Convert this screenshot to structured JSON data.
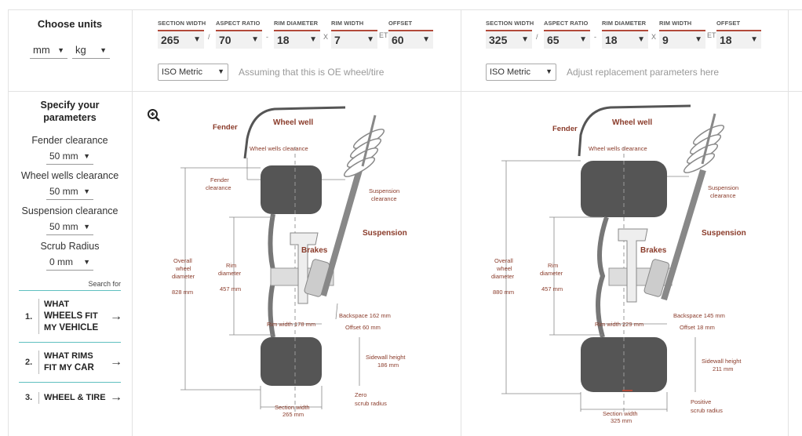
{
  "units": {
    "title": "Choose units",
    "length": "mm",
    "weight": "kg"
  },
  "params": {
    "title_line1": "Specify your",
    "title_line2": "parameters",
    "fender_label": "Fender clearance",
    "fender_value": "50 mm",
    "wells_label": "Wheel wells clearance",
    "wells_value": "50 mm",
    "suspension_label": "Suspension clearance",
    "suspension_value": "50 mm",
    "scrub_label": "Scrub Radius",
    "scrub_value": "0 mm"
  },
  "search": {
    "title": "Search for",
    "items": [
      {
        "num": "1.",
        "line1": "WHAT",
        "line2_bold": "WHEELS",
        "line2_rest": " FIT",
        "line3_pre": "MY ",
        "line3_bold": "VEHICLE"
      },
      {
        "num": "2.",
        "line1": "WHAT RIMS",
        "line2_bold": "",
        "line2_rest": "FIT MY ",
        "line3_pre": "",
        "line3_bold": "CAR"
      },
      {
        "num": "3.",
        "line1": "WHEEL & TIRE",
        "line2_bold": "",
        "line2_rest": "",
        "line3_pre": "",
        "line3_bold": ""
      }
    ]
  },
  "labels": {
    "section_width": "SECTION WIDTH",
    "aspect_ratio": "ASPECT RATIO",
    "rim_diameter": "RIM DIAMETER",
    "rim_width": "RIM WIDTH",
    "offset": "OFFSET",
    "et": "ET",
    "x": "X",
    "slash": "/",
    "dash": "-"
  },
  "oe": {
    "section_width": "265",
    "aspect_ratio": "70",
    "rim_diameter": "18",
    "rim_width": "7",
    "offset": "60",
    "standard": "ISO Metric",
    "note": "Assuming that this is OE wheel/tire"
  },
  "replacement": {
    "section_width": "325",
    "aspect_ratio": "65",
    "rim_diameter": "18",
    "rim_width": "9",
    "offset": "18",
    "standard": "ISO Metric",
    "note": "Adjust replacement parameters here"
  },
  "diagram_left": {
    "fender": "Fender",
    "wheel_well": "Wheel well",
    "wheel_wells_clearance": "Wheel wells clearance",
    "fender_clearance_1": "Fender",
    "fender_clearance_2": "clearance",
    "suspension_clearance_1": "Suspension",
    "suspension_clearance_2": "clearance",
    "suspension": "Suspension",
    "brakes": "Brakes",
    "overall_1": "Overall",
    "overall_2": "wheel",
    "overall_3": "diameter",
    "overall_value": "828 mm",
    "rim_1": "Rim",
    "rim_2": "diameter",
    "rim_value": "457 mm",
    "backspace": "Backspace 162 mm",
    "offset": "Offset 60 mm",
    "rim_width": "Rim width 178 mm",
    "sidewall_1": "Sidewall height",
    "sidewall_2": "186 mm",
    "scrub_1": "Zero",
    "scrub_2": "scrub radius",
    "section_1": "Section width",
    "section_2": "265 mm"
  },
  "diagram_right": {
    "fender": "Fender",
    "wheel_well": "Wheel well",
    "wheel_wells_clearance": "Wheel wells clearance",
    "suspension_clearance_1": "Suspension",
    "suspension_clearance_2": "clearance",
    "suspension": "Suspension",
    "brakes": "Brakes",
    "overall_1": "Overall",
    "overall_2": "wheel",
    "overall_3": "diameter",
    "overall_value": "880 mm",
    "rim_1": "Rim",
    "rim_2": "diameter",
    "rim_value": "457 mm",
    "backspace": "Backspace 145 mm",
    "offset": "Offset 18 mm",
    "rim_width": "Rim width 229 mm",
    "sidewall_1": "Sidewall height",
    "sidewall_2": "211 mm",
    "scrub_1": "Positive",
    "scrub_2": "scrub radius",
    "section_1": "Section width",
    "section_2": "325 mm"
  },
  "colors": {
    "accent": "#b24a3a",
    "label": "#8a3b2a",
    "tire": "#555555",
    "dimension": "#777777",
    "teal": "#5fbfbf"
  }
}
